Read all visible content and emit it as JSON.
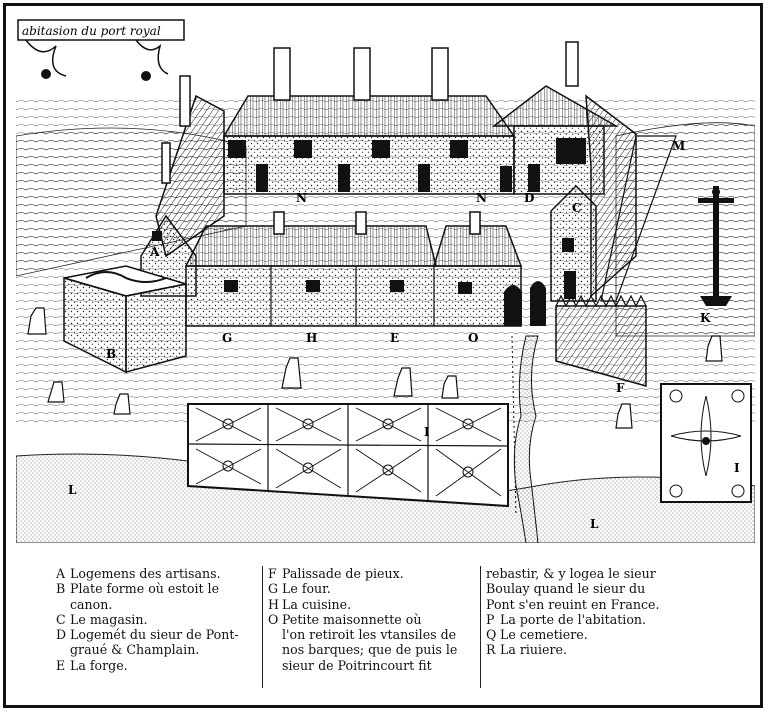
{
  "cartouche": {
    "title": "abitasion du port royal"
  },
  "map_labels": {
    "N1": "N",
    "N2": "N",
    "D": "D",
    "C": "C",
    "M": "M",
    "A": "A",
    "B": "B",
    "G": "G",
    "H": "H",
    "E": "E",
    "O": "O",
    "K": "K",
    "F": "F",
    "I1": "I",
    "I2": "I",
    "L1": "L",
    "L2": "L"
  },
  "legend": {
    "col1": [
      {
        "letter": "A",
        "text": "Logemens des artisans."
      },
      {
        "letter": "B",
        "text": "Plate forme où estoit le",
        "cont": "canon."
      },
      {
        "letter": "C",
        "text": "Le magasin."
      },
      {
        "letter": "D",
        "text": "Logemét du sieur de Pont-",
        "cont": "graué & Champlain."
      },
      {
        "letter": "E",
        "text": "La forge."
      }
    ],
    "col2": [
      {
        "letter": "F",
        "text": "Palissade de pieux."
      },
      {
        "letter": "G",
        "text": "Le four."
      },
      {
        "letter": "H",
        "text": "La cuisine."
      },
      {
        "letter": "O",
        "text": "Petite maisonnette où",
        "cont_lines": [
          "l'on retiroit les vtansiles de",
          "nos barques; que de puis le",
          "sieur de Poitrincourt fit"
        ]
      }
    ],
    "col3": {
      "lines": [
        "rebastir, & y logea le sieur",
        "Boulay quand le sieur du",
        "Pont s'en reuint en France."
      ],
      "entries": [
        {
          "letter": "P",
          "text": "La porte de l'abitation."
        },
        {
          "letter": "Q",
          "text": "Le cemetiere."
        },
        {
          "letter": "R",
          "text": "La riuiere."
        }
      ]
    }
  }
}
